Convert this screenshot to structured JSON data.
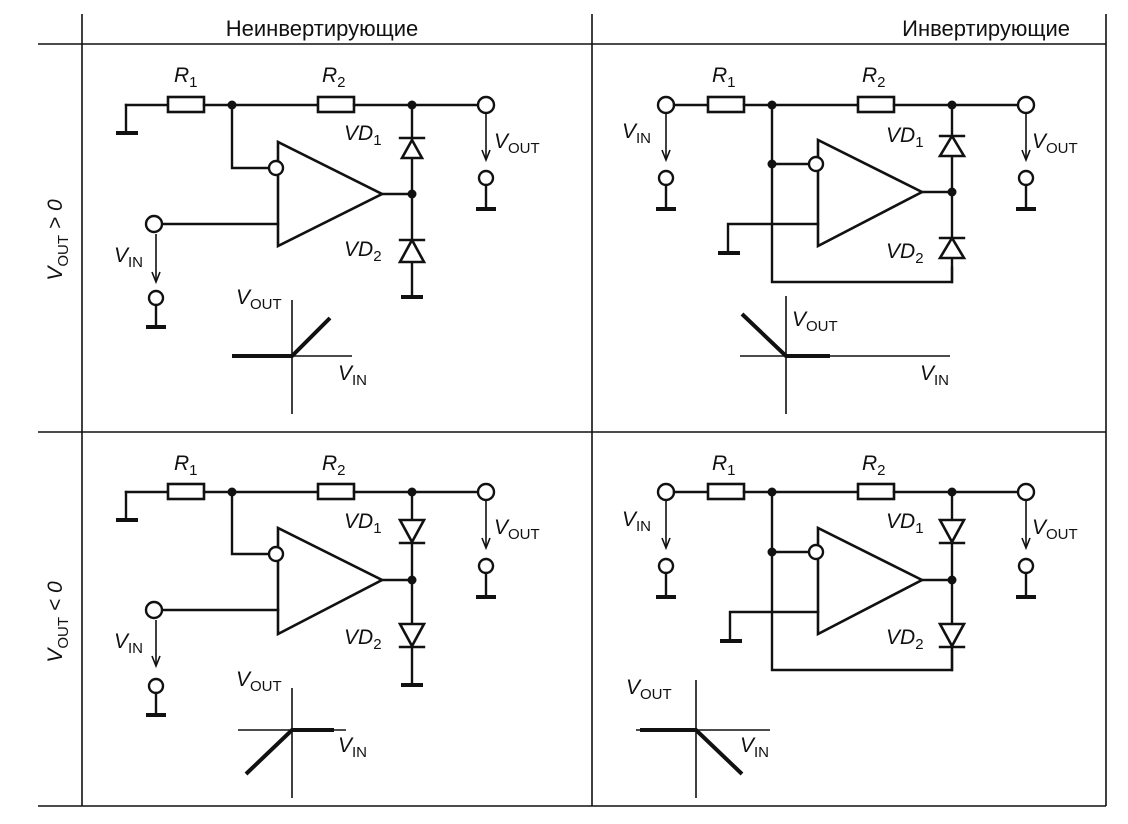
{
  "headers": {
    "col_noninverting": "Неинвертирующие",
    "col_inverting": "Инвертирующие"
  },
  "row_labels": {
    "positive": {
      "v": "V",
      "sub": "OUT",
      "rel": " > 0"
    },
    "negative": {
      "v": "V",
      "sub": "OUT",
      "rel": " < 0"
    }
  },
  "labels": {
    "r1": {
      "main": "R",
      "sub": "1"
    },
    "r2": {
      "main": "R",
      "sub": "2"
    },
    "vd1": {
      "main": "VD",
      "sub": "1"
    },
    "vd2": {
      "main": "VD",
      "sub": "2"
    },
    "vout": {
      "main": "V",
      "sub": "OUT"
    },
    "vin": {
      "main": "V",
      "sub": "IN"
    }
  }
}
